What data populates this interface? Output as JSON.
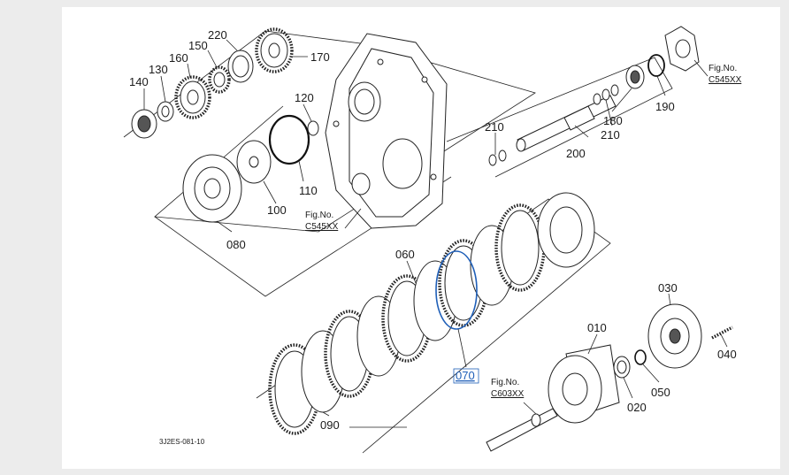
{
  "diagram": {
    "drawing_code": "3J2ES-081-10",
    "callouts": {
      "p010": "010",
      "p020": "020",
      "p030": "030",
      "p040": "040",
      "p050": "050",
      "p060": "060",
      "p070": "070",
      "p080": "080",
      "p090": "090",
      "p100": "100",
      "p110": "110",
      "p120": "120",
      "p130": "130",
      "p140": "140",
      "p150": "150",
      "p160": "160",
      "p170": "170",
      "p180": "180",
      "p190": "190",
      "p200": "200",
      "p210a": "210",
      "p210b": "210",
      "p220": "220"
    },
    "figure_refs": {
      "fig_housing": {
        "label": "Fig.No.",
        "code": "C545XX"
      },
      "fig_cover": {
        "label": "Fig.No.",
        "code": "C545XX"
      },
      "fig_shaft": {
        "label": "Fig.No.",
        "code": "C603XX"
      }
    },
    "highlighted_part": "070",
    "highlight_color": "#1f5fb8"
  }
}
